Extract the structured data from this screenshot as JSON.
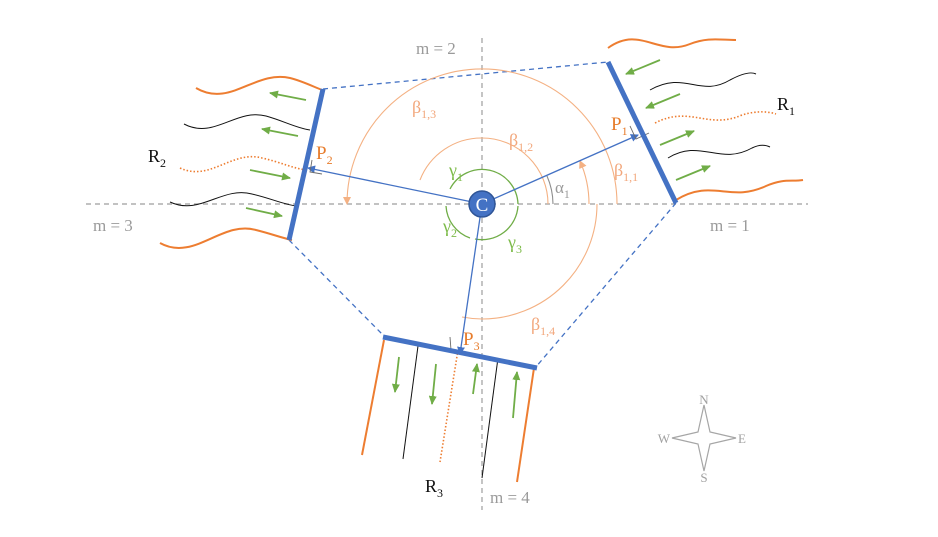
{
  "colors": {
    "wall": "#4472c4",
    "wave": "#ed7d31",
    "green": "#70ad47",
    "dash_gray": "#9e9e9e",
    "peach": "#f4b183",
    "center_fill": "#4472c4"
  },
  "labels": {
    "m1": "m = 1",
    "m2": "m = 2",
    "m3": "m = 3",
    "m4": "m = 4",
    "center": "C",
    "R1": {
      "main": "R",
      "sub": "1"
    },
    "R2": {
      "main": "R",
      "sub": "2"
    },
    "R3": {
      "main": "R",
      "sub": "3"
    },
    "P1": {
      "main": "P",
      "sub": "1"
    },
    "P2": {
      "main": "P",
      "sub": "2"
    },
    "P3": {
      "main": "P",
      "sub": "3"
    },
    "alpha1": {
      "main": "α",
      "sub": "1"
    },
    "gamma1": {
      "main": "γ",
      "sub": "1"
    },
    "gamma2": {
      "main": "γ",
      "sub": "2"
    },
    "gamma3": {
      "main": "γ",
      "sub": "3"
    },
    "beta11": {
      "main": "β",
      "sub": "1,1"
    },
    "beta12": {
      "main": "β",
      "sub": "1,2"
    },
    "beta13": {
      "main": "β",
      "sub": "1,3"
    },
    "beta14": {
      "main": "β",
      "sub": "1,4"
    }
  },
  "compass": {
    "N": "N",
    "E": "E",
    "S": "S",
    "W": "W",
    "icon": "compass-rose-icon"
  }
}
